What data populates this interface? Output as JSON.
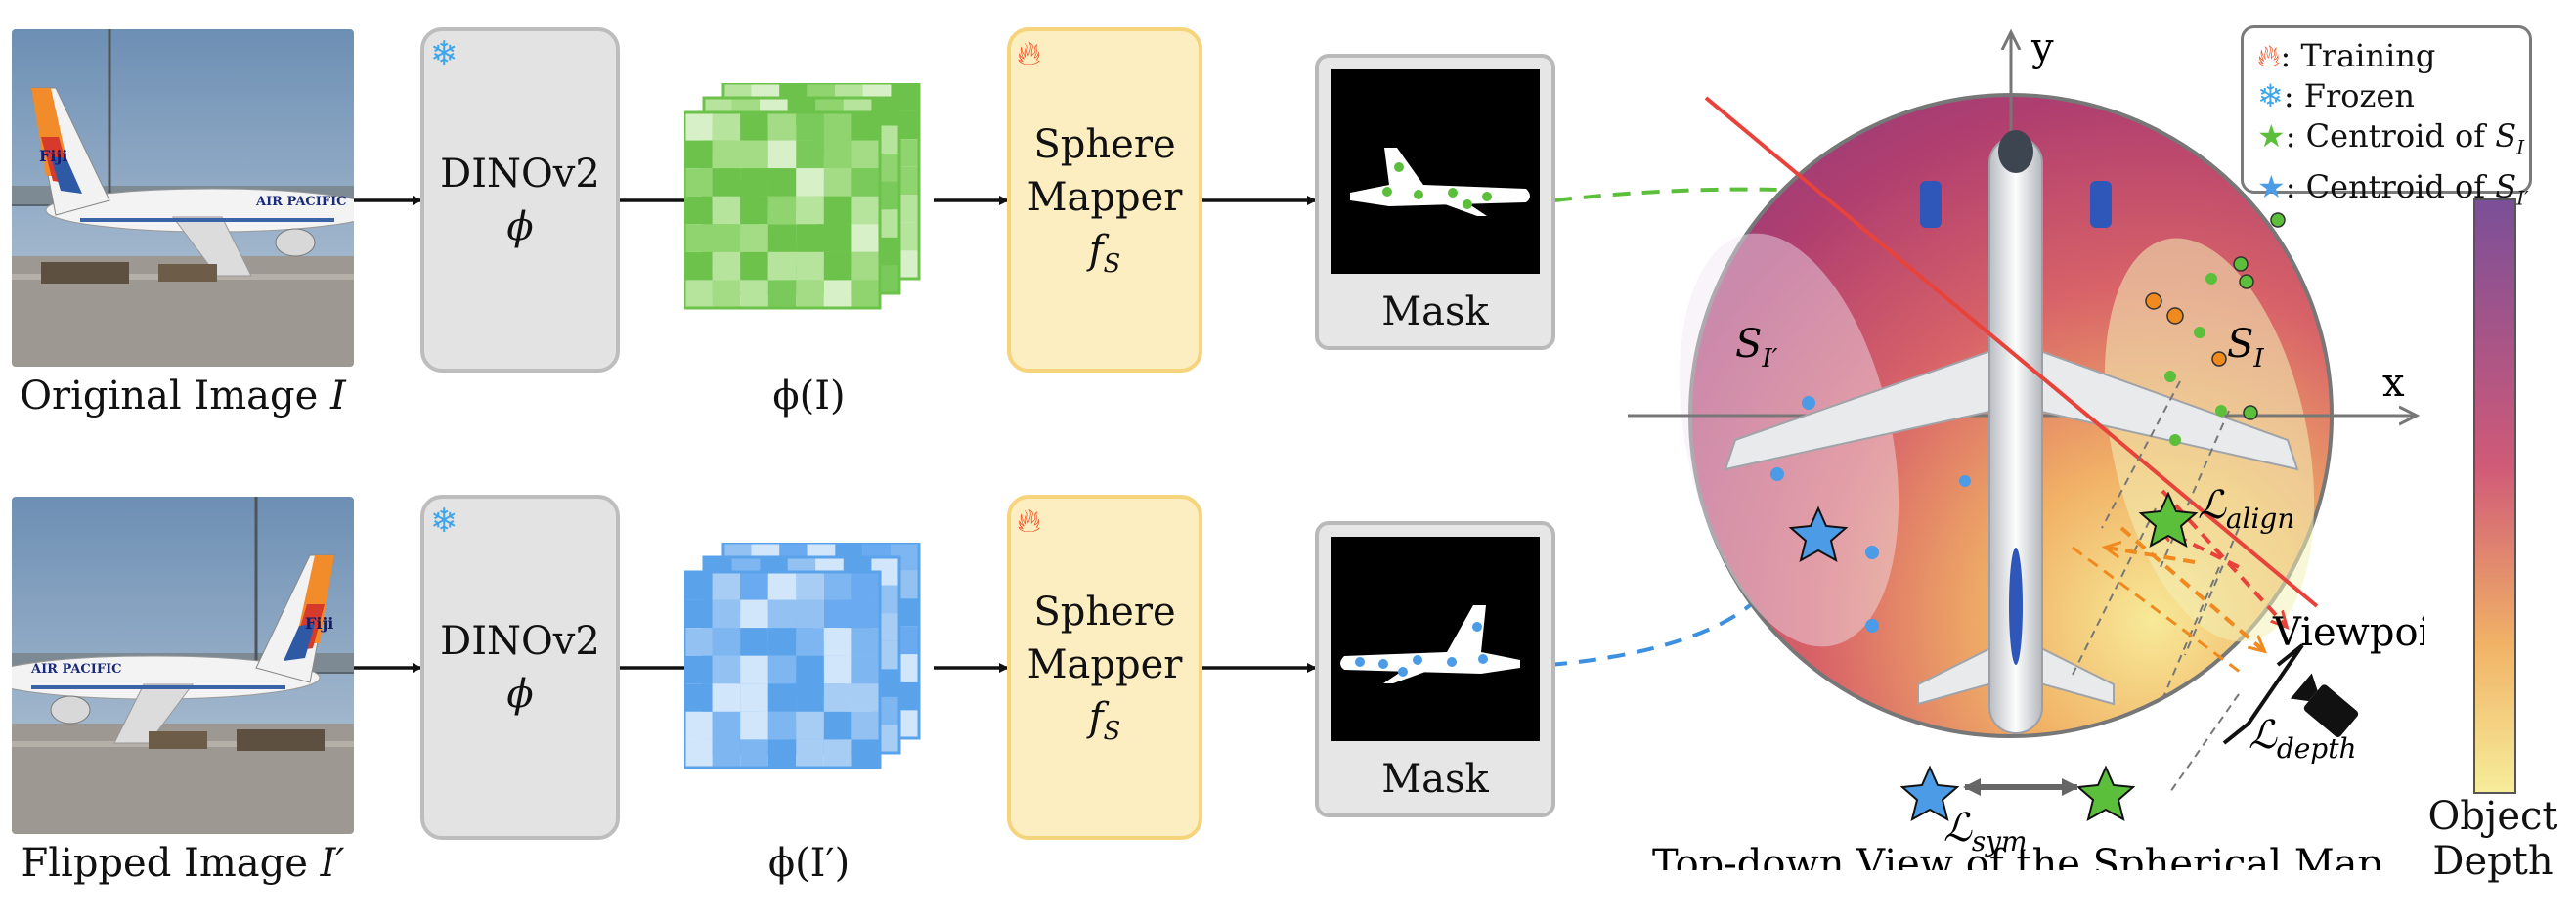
{
  "rows": [
    {
      "photo_caption": "Original Image",
      "photo_var": "I",
      "encoder_label": "DINOv2",
      "encoder_var": "ϕ",
      "feature_caption": "ϕ(I)",
      "mapper_label_1": "Sphere",
      "mapper_label_2": "Mapper",
      "mapper_var": "f",
      "mapper_sub": "S",
      "mask_label": "Mask",
      "airline_text": "AIR PACIFIC",
      "tail_text": "Fiji"
    },
    {
      "photo_caption": "Flipped Image",
      "photo_var": "I′",
      "encoder_label": "DINOv2",
      "encoder_var": "ϕ",
      "feature_caption": "ϕ(I′)",
      "mapper_label_1": "Sphere",
      "mapper_label_2": "Mapper",
      "mapper_var": "f",
      "mapper_sub": "S",
      "mask_label": "Mask",
      "airline_text": "AIR PACIFIC",
      "tail_text": "Fiji"
    }
  ],
  "legend": [
    {
      "icon": "flame-icon",
      "text": ": Training"
    },
    {
      "icon": "snowflake-icon",
      "text": ": Frozen"
    },
    {
      "icon": "green-star-icon",
      "text": ": Centroid of ",
      "math": "S",
      "sub": "I"
    },
    {
      "icon": "blue-star-icon",
      "text": ": Centroid of ",
      "math": "S",
      "sub": "I′"
    }
  ],
  "sphere": {
    "caption": "Top-down View of the Spherical Map",
    "axis_x": "x",
    "axis_y": "y",
    "region_left": {
      "math": "S",
      "sub": "I′"
    },
    "region_right": {
      "math": "S",
      "sub": "I"
    },
    "loss_align": {
      "math": "ℒ",
      "sub": "align"
    },
    "loss_depth": {
      "math": "ℒ",
      "sub": "depth"
    },
    "loss_sym": {
      "math": "ℒ",
      "sub": "sym"
    },
    "viewpoint": "Viewpoint"
  },
  "depth_bar": {
    "label_1": "Object",
    "label_2": "Depth",
    "color_top": "#7b4f98",
    "color_mid": "#d05a78",
    "color_bottom": "#f6ed9a"
  },
  "colors": {
    "green": "#5cbf3c",
    "blue": "#4b9be6",
    "orange": "#f08a1e",
    "red": "#e8433b",
    "fire": "#f04a1a",
    "snow": "#3ea6e8"
  }
}
